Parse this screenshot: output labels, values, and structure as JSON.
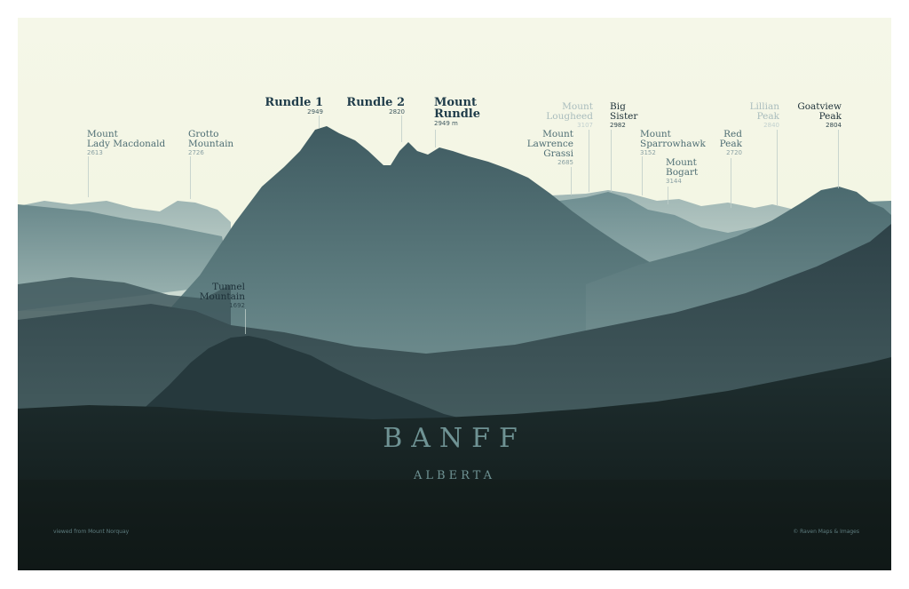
{
  "poster": {
    "title": "BANFF",
    "subtitle": "ALBERTA",
    "viewpoint": "viewed from Mount Norquay",
    "credit": "© Raven Maps & Images"
  },
  "peaks": [
    {
      "lines": [
        "Mount",
        "Lady Macdonald"
      ],
      "elev": "2613"
    },
    {
      "lines": [
        "Grotto",
        "Mountain"
      ],
      "elev": "2726"
    },
    {
      "lines": [
        "Rundle 1"
      ],
      "elev": "2949"
    },
    {
      "lines": [
        "Rundle 2"
      ],
      "elev": "2820"
    },
    {
      "lines": [
        "Mount",
        "Rundle"
      ],
      "elev": "2949 m"
    },
    {
      "lines": [
        "Mount",
        "Lougheed"
      ],
      "elev": "3107"
    },
    {
      "lines": [
        "Mount",
        "Lawrence",
        "Grassi"
      ],
      "elev": "2685"
    },
    {
      "lines": [
        "Big",
        "Sister"
      ],
      "elev": "2982"
    },
    {
      "lines": [
        "Mount",
        "Sparrowhawk"
      ],
      "elev": "3152"
    },
    {
      "lines": [
        "Mount",
        "Bogart"
      ],
      "elev": "3144"
    },
    {
      "lines": [
        "Red",
        "Peak"
      ],
      "elev": "2720"
    },
    {
      "lines": [
        "Lillian",
        "Peak"
      ],
      "elev": "2840"
    },
    {
      "lines": [
        "Goatview",
        "Peak"
      ],
      "elev": "2804"
    },
    {
      "lines": [
        "Tunnel",
        "Mountain"
      ],
      "elev": "1692"
    }
  ],
  "colors": {
    "sky": "#f4f6e4",
    "far_ridge": "#a3b9b7",
    "mid_ridge": "#7a999a",
    "rundle": "#4e6b70",
    "near_ridge": "#34494f",
    "foreground": "#16211f",
    "title_text": "#6f9394"
  }
}
